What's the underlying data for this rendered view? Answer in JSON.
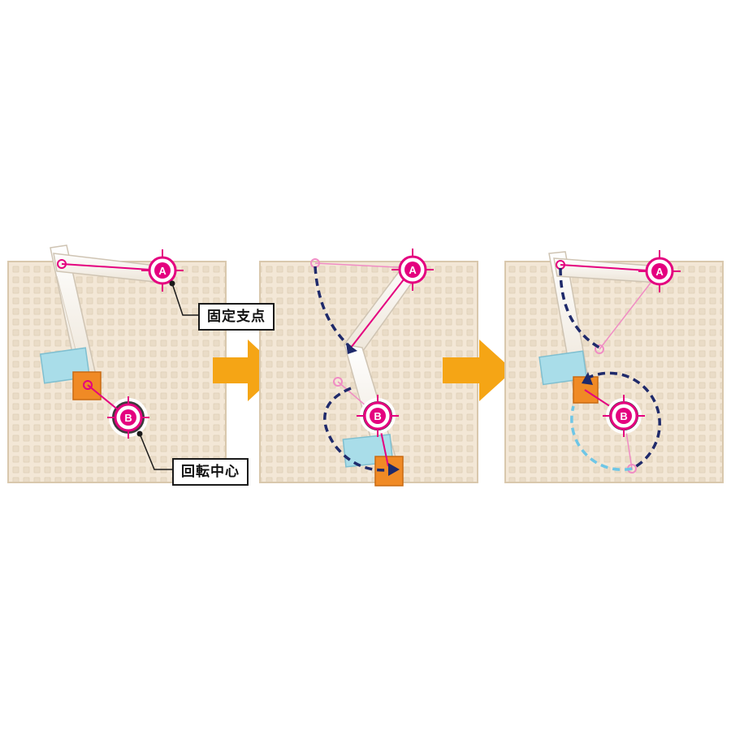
{
  "panels": [
    {
      "id": "panel-1",
      "point_a_label": "A",
      "point_b_label": "B"
    },
    {
      "id": "panel-2",
      "point_a_label": "A",
      "point_b_label": "B"
    },
    {
      "id": "panel-3",
      "point_a_label": "A",
      "point_b_label": "B"
    }
  ],
  "callouts": {
    "fixed_pivot": "固定支点",
    "rotation_center": "回転中心"
  },
  "colors": {
    "magenta": "#e4007f",
    "arrow": "#f5a515",
    "navy_dash": "#1f2a6b",
    "light_blue_dash": "#6ec6e6",
    "board": "#f3e7d6",
    "board_hole": "#e0d0b9",
    "beam": "#fbf7f0",
    "orange_block": "#f08a25",
    "blue_block": "#a9dde9"
  },
  "icons": [
    "target-marker-icon",
    "right-arrow-icon",
    "pin-hole-icon"
  ]
}
